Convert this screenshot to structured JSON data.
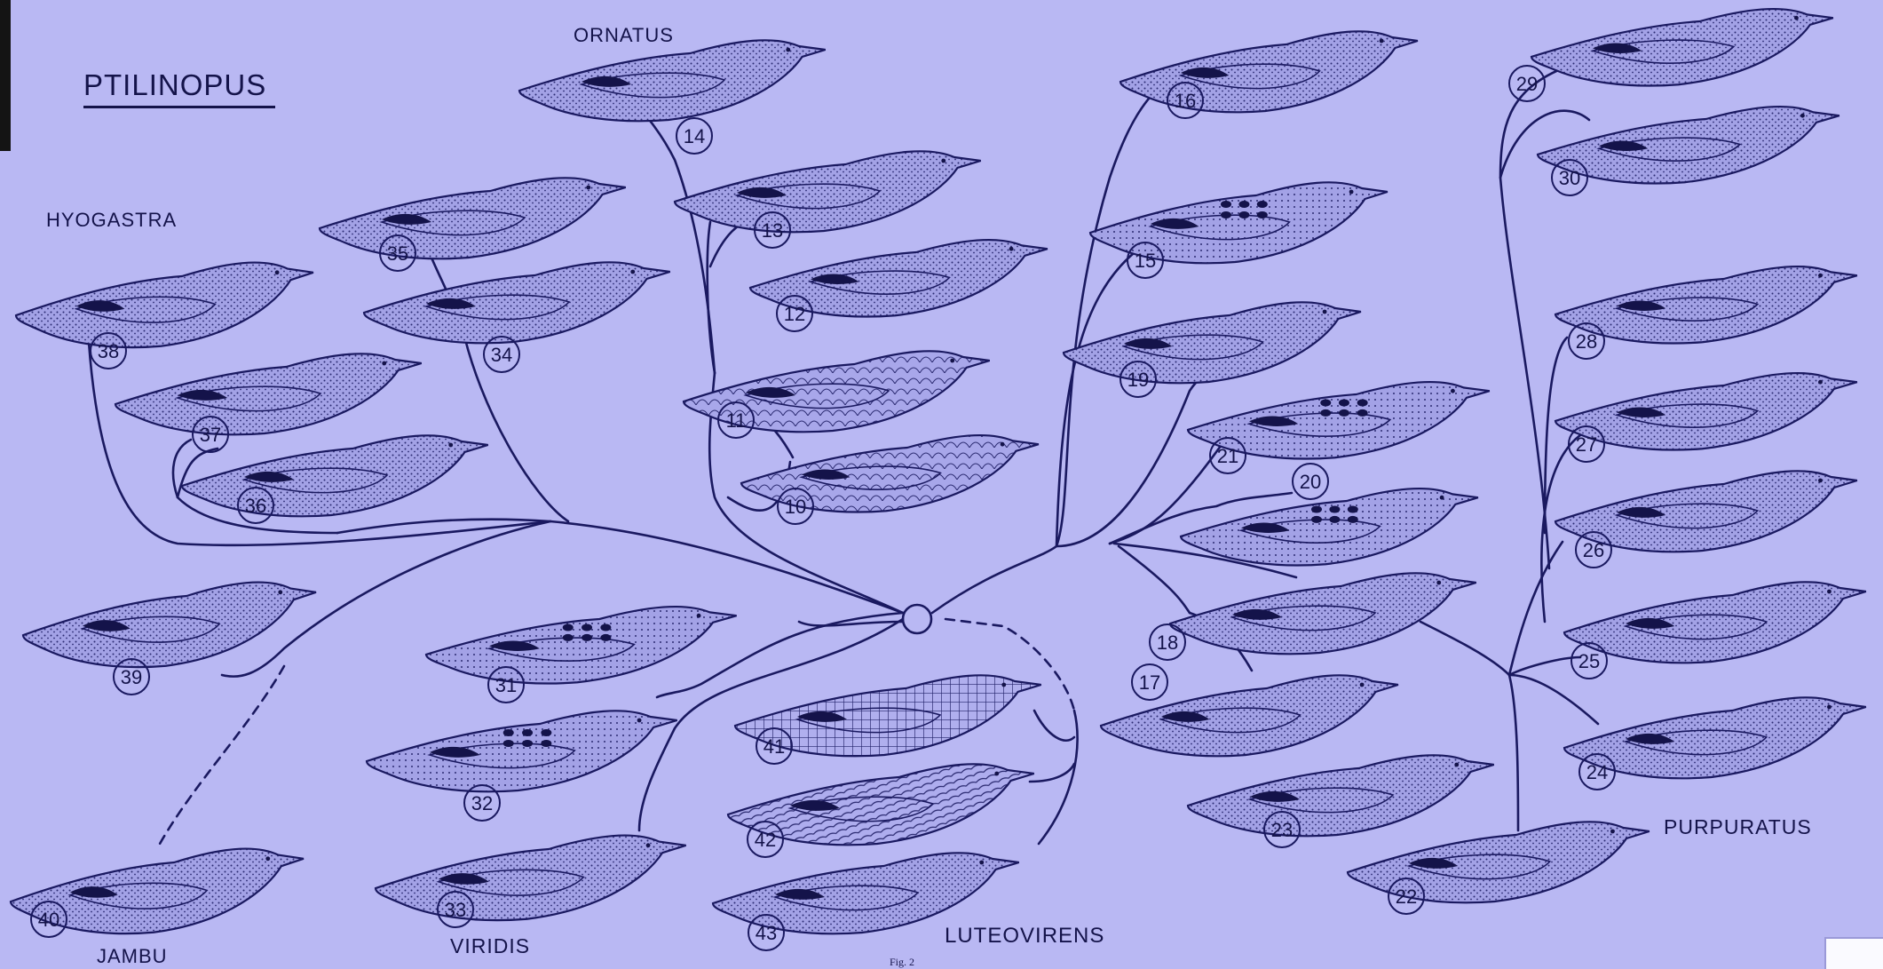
{
  "title": "PTILINOPUS",
  "group_labels": {
    "hyogastra": "HYOGASTRA",
    "ornatus": "ORNATUS",
    "jambu": "JAMBU",
    "viridis": "VIRIDIS",
    "luteovirens": "LUTEOVIRENS",
    "purpuratus": "PURPURATUS"
  },
  "figure_caption": "Fig. 2",
  "colors": {
    "background": "#b9b8f3",
    "ink": "#1a1960",
    "bird_fill": "#a3a2e6"
  },
  "birds": [
    {
      "number": "10",
      "pattern": "scaled"
    },
    {
      "number": "11",
      "pattern": "scaled"
    },
    {
      "number": "12",
      "pattern": "dotted"
    },
    {
      "number": "13",
      "pattern": "dotted"
    },
    {
      "number": "14",
      "pattern": "dotted"
    },
    {
      "number": "15",
      "pattern": "spotted"
    },
    {
      "number": "16",
      "pattern": "dotted"
    },
    {
      "number": "17",
      "pattern": "dotted"
    },
    {
      "number": "18",
      "pattern": "dotted"
    },
    {
      "number": "19",
      "pattern": "dotted"
    },
    {
      "number": "20",
      "pattern": "spotted"
    },
    {
      "number": "21",
      "pattern": "spotted"
    },
    {
      "number": "22",
      "pattern": "dotted"
    },
    {
      "number": "23",
      "pattern": "dotted"
    },
    {
      "number": "24",
      "pattern": "dotted"
    },
    {
      "number": "25",
      "pattern": "dotted"
    },
    {
      "number": "26",
      "pattern": "dotted"
    },
    {
      "number": "27",
      "pattern": "dotted"
    },
    {
      "number": "28",
      "pattern": "dotted"
    },
    {
      "number": "29",
      "pattern": "dotted"
    },
    {
      "number": "30",
      "pattern": "dotted"
    },
    {
      "number": "31",
      "pattern": "spotted"
    },
    {
      "number": "32",
      "pattern": "spotted"
    },
    {
      "number": "33",
      "pattern": "dotted"
    },
    {
      "number": "34",
      "pattern": "dotted"
    },
    {
      "number": "35",
      "pattern": "dotted"
    },
    {
      "number": "36",
      "pattern": "dotted"
    },
    {
      "number": "37",
      "pattern": "dotted"
    },
    {
      "number": "38",
      "pattern": "dotted"
    },
    {
      "number": "39",
      "pattern": "dotted"
    },
    {
      "number": "40",
      "pattern": "dotted"
    },
    {
      "number": "41",
      "pattern": "grid"
    },
    {
      "number": "42",
      "pattern": "feathered"
    },
    {
      "number": "43",
      "pattern": "dotted"
    }
  ]
}
